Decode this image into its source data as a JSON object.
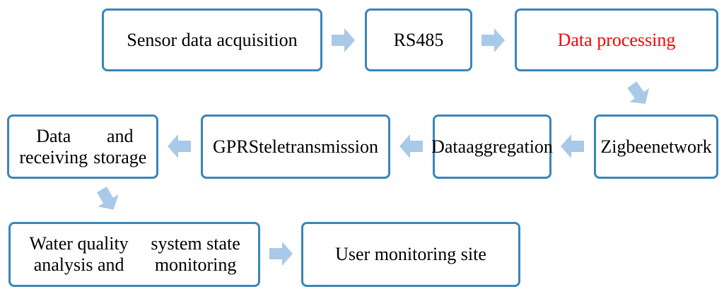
{
  "nodes": {
    "sensor": [
      "Sensor data acquisition"
    ],
    "rs485": [
      "RS485"
    ],
    "processing": [
      "Data processing"
    ],
    "zigbee": [
      "Zigbee",
      "network"
    ],
    "aggregation": [
      "Data",
      "aggregation"
    ],
    "gprs": [
      "GPRS",
      "teletransmission"
    ],
    "receiving": [
      "Data receiving",
      "and storage"
    ],
    "analysis": [
      "Water quality analysis and",
      "system state monitoring"
    ],
    "user": [
      "User monitoring site"
    ]
  },
  "colors": {
    "border": "#3a86b8",
    "arrow": "#a9c9e8",
    "highlight_text": "#ff0000"
  }
}
